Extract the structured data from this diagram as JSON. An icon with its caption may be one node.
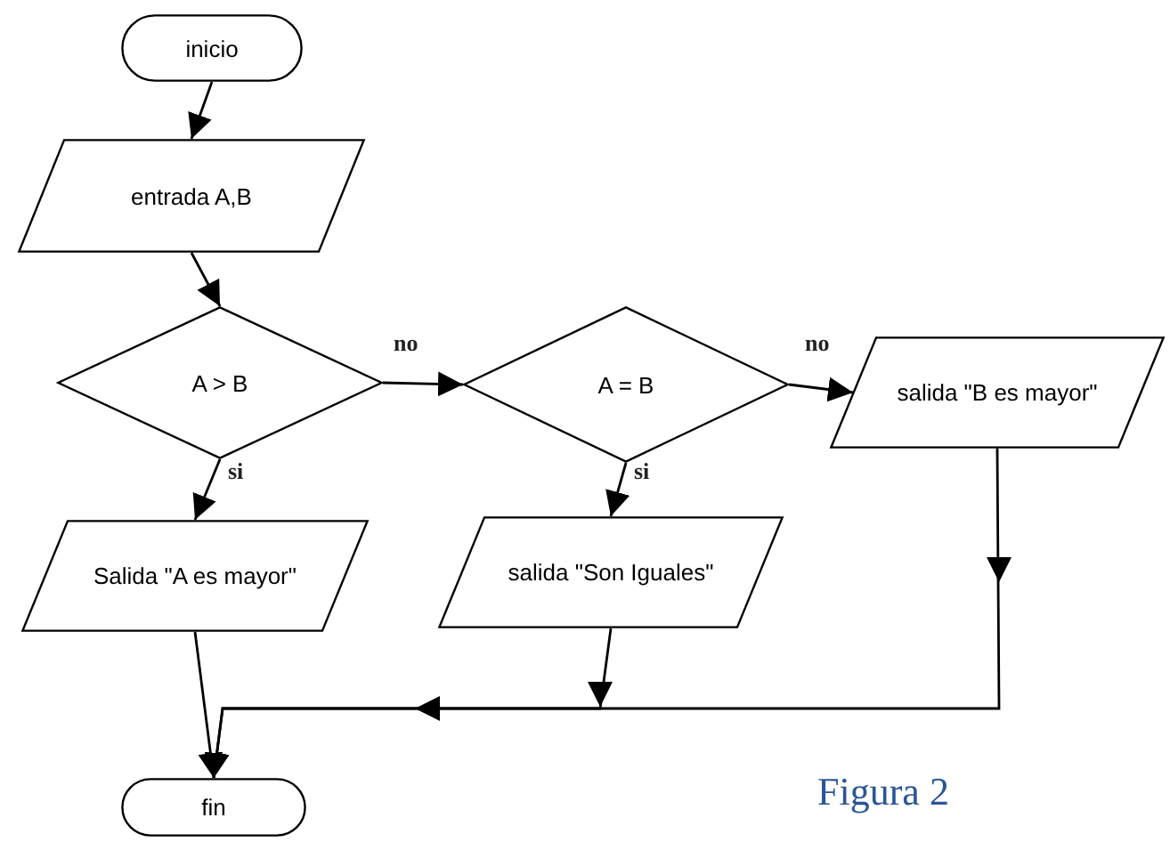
{
  "diagram": {
    "nodes": [
      {
        "text": [
          "inicio"
        ]
      },
      {
        "text": [
          "entrada A,B"
        ]
      },
      {
        "text": [
          "A > B"
        ]
      },
      {
        "text": [
          "A = B"
        ]
      },
      {
        "text": [
          "salida \"B es mayor\""
        ]
      },
      {
        "text": [
          "Salida \"A es mayor\""
        ]
      },
      {
        "text": [
          "salida \"Son Iguales\""
        ]
      },
      {
        "text": [
          "fin"
        ]
      }
    ],
    "edges": [
      {
        "from": 0,
        "to": 1,
        "arrow": "to"
      },
      {
        "from": 1,
        "to": 2,
        "arrow": "to"
      },
      {
        "from": 2,
        "to": 3,
        "arrow": "to",
        "label": "no"
      },
      {
        "from": 3,
        "to": 4,
        "arrow": "to",
        "label": "no"
      },
      {
        "from": 2,
        "to": 5,
        "arrow": "to",
        "label": "si"
      },
      {
        "from": 3,
        "to": 6,
        "arrow": "to",
        "label": "si"
      },
      {
        "from": 5,
        "to": 7,
        "arrow": "to"
      },
      {
        "from": 6,
        "to": 7,
        "arrow": "to"
      },
      {
        "from": 4,
        "to": 7,
        "arrow": "to"
      }
    ],
    "labels": [
      "Figura 2"
    ]
  }
}
